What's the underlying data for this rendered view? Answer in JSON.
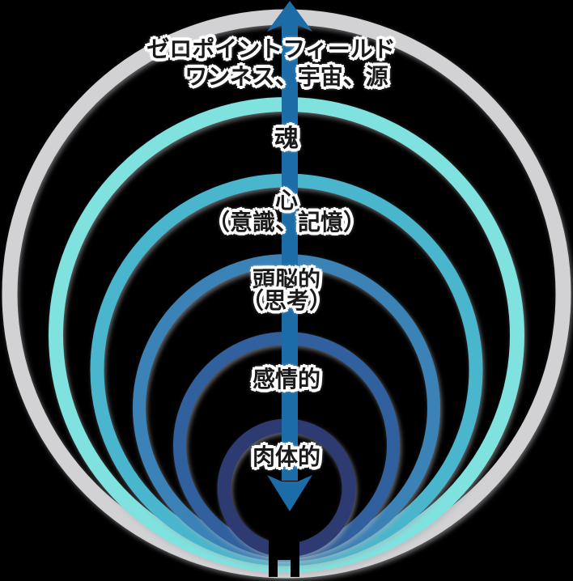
{
  "diagram": {
    "background": "#000000",
    "rings": [
      {
        "id": "zero-point-field",
        "color": "#d2d2d5",
        "label_lines": [
          "ゼロポイントフィールド",
          "ワンネス、宇宙、源"
        ]
      },
      {
        "id": "soul",
        "color": "#7fe2de",
        "label_lines": [
          "魂"
        ]
      },
      {
        "id": "mind",
        "color": "#4ab6cd",
        "label_lines": [
          "心",
          "（意識、記憶）"
        ]
      },
      {
        "id": "intellect",
        "color": "#3b82b7",
        "label_lines": [
          "頭脳的",
          "（思考）"
        ]
      },
      {
        "id": "emotional",
        "color": "#30609d",
        "label_lines": [
          "感情的"
        ]
      },
      {
        "id": "physical",
        "color": "#2e3a72",
        "label_lines": [
          "肉体的"
        ]
      }
    ],
    "arrow": {
      "color": "#1b6ca7",
      "style": "vertical-double-headed"
    },
    "figure": {
      "color": "#000000"
    }
  }
}
